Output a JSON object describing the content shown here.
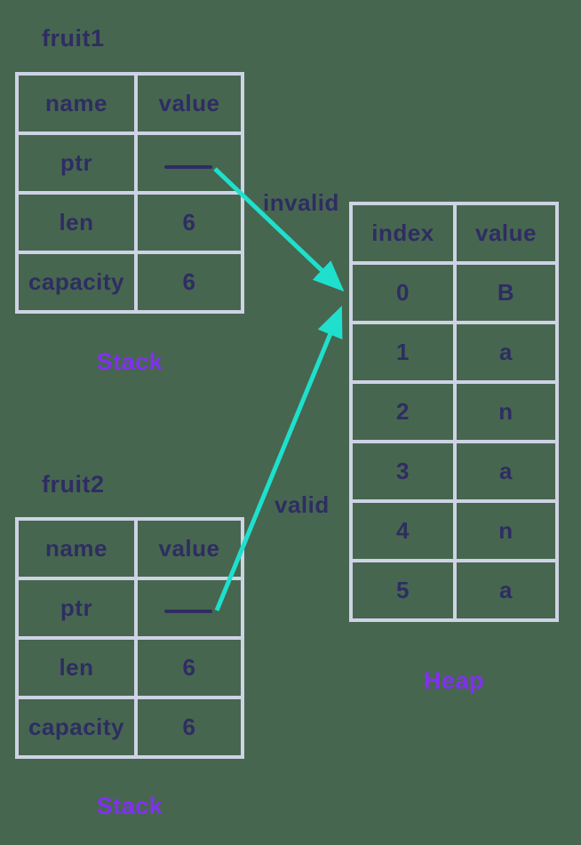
{
  "colors": {
    "background": "#47664F",
    "text_navy": "#2E2D62",
    "region_label_purple": "#8130F2",
    "arrow_teal": "#1EE0CC",
    "table_border": "#CDD3E4"
  },
  "stack1": {
    "title": "fruit1",
    "region_label": "Stack",
    "headers": [
      "name",
      "value"
    ],
    "rows": [
      {
        "name": "ptr",
        "value": ""
      },
      {
        "name": "len",
        "value": "6"
      },
      {
        "name": "capacity",
        "value": "6"
      }
    ]
  },
  "stack2": {
    "title": "fruit2",
    "region_label": "Stack",
    "headers": [
      "name",
      "value"
    ],
    "rows": [
      {
        "name": "ptr",
        "value": ""
      },
      {
        "name": "len",
        "value": "6"
      },
      {
        "name": "capacity",
        "value": "6"
      }
    ]
  },
  "heap": {
    "region_label": "Heap",
    "headers": [
      "index",
      "value"
    ],
    "rows": [
      [
        "0",
        "B"
      ],
      [
        "1",
        "a"
      ],
      [
        "2",
        "n"
      ],
      [
        "3",
        "a"
      ],
      [
        "4",
        "n"
      ],
      [
        "5",
        "a"
      ]
    ]
  },
  "arrows": {
    "invalid": {
      "label": "invalid"
    },
    "valid": {
      "label": "valid"
    }
  },
  "icons": {
    "pointer_line": "horizontal navy dash in ptr value cell",
    "arrowhead": "teal triangle"
  }
}
